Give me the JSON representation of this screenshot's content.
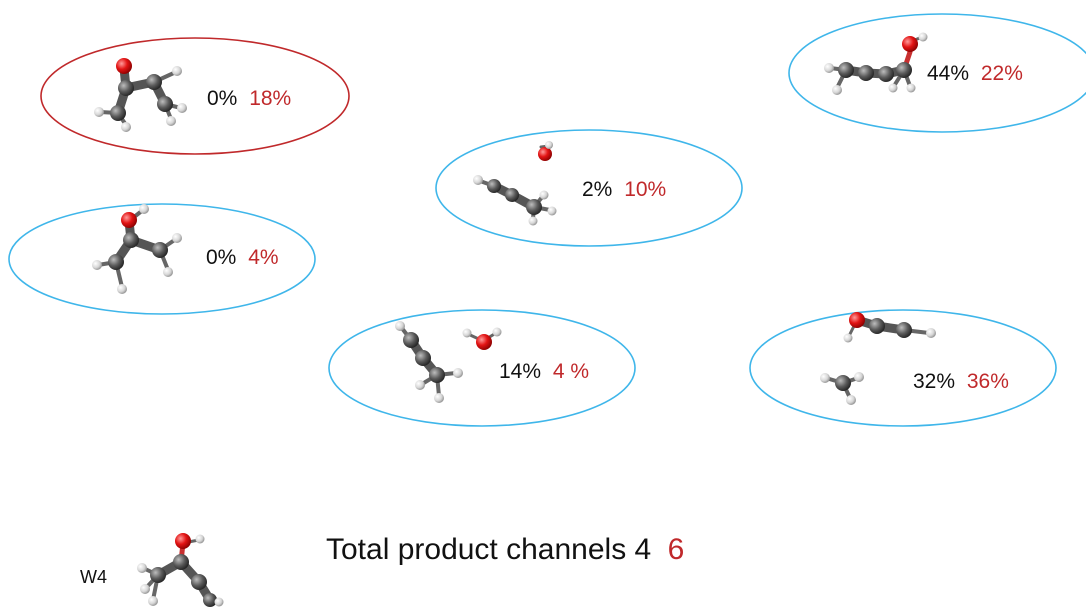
{
  "colors": {
    "red_oval": "#c0292b",
    "blue_oval": "#3fb6ea",
    "accent_red": "#c0292b",
    "text": "#111111",
    "carbon": "#4d4d4d",
    "hydrogen": "#d9d9d9",
    "oxygen": "#e01010"
  },
  "channels": [
    {
      "id": "c1",
      "value_a": "0%",
      "value_b": "18%",
      "oval": "red",
      "molecule": "acetone-like-molecule-icon"
    },
    {
      "id": "c2",
      "value_a": "0%",
      "value_b": "4%",
      "oval": "blue",
      "molecule": "enol-molecule-icon"
    },
    {
      "id": "c3",
      "value_a": "2%",
      "value_b": "10%",
      "oval": "blue",
      "molecule": "allyl-plus-oh-icon"
    },
    {
      "id": "c4",
      "value_a": "14%",
      "value_b": "4 %",
      "oval": "blue",
      "molecule": "propyne-plus-oh-icon"
    },
    {
      "id": "c5",
      "value_a": "44%",
      "value_b": "22%",
      "oval": "blue",
      "molecule": "propargyl-alcohol-icon"
    },
    {
      "id": "c6",
      "value_a": "32%",
      "value_b": "36%",
      "oval": "blue",
      "molecule": "ethynol-plus-methyl-icon"
    }
  ],
  "footer": {
    "label": "W4",
    "total_text": "Total product channels 4",
    "total_red": "6",
    "molecule": "w4-molecule-icon"
  }
}
